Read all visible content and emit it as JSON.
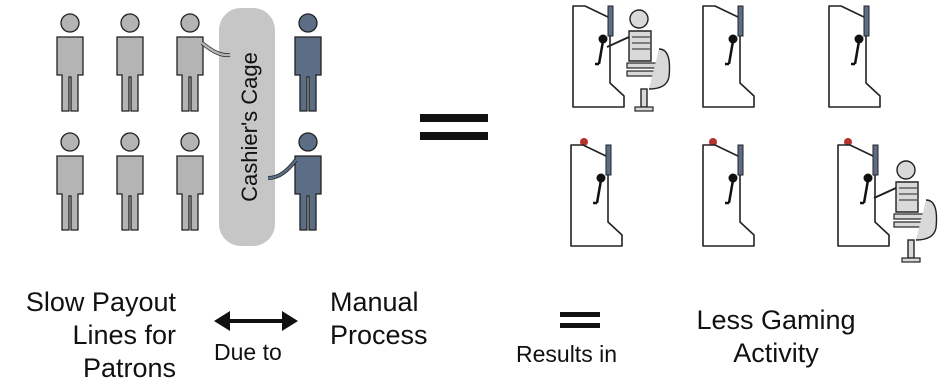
{
  "diagram": {
    "cage_label": "Cashier's Cage",
    "left_text": [
      "Slow Payout",
      "Lines for",
      "Patrons"
    ],
    "due_to": "Due to",
    "middle_text": [
      "Manual",
      "Process"
    ],
    "results_in": "Results in",
    "right_text": [
      "Less Gaming",
      "Activity"
    ]
  },
  "colors": {
    "patron_gray": "#b4b4b4",
    "cashier_blue": "#5c6e85",
    "cage_fill": "#c6c6c6",
    "outline": "#222222",
    "machine_light": "#b5342f"
  },
  "icons": [
    "patron-icon",
    "cashier-icon",
    "slot-machine-icon",
    "seated-player-icon",
    "double-arrow-icon",
    "equals-icon"
  ]
}
